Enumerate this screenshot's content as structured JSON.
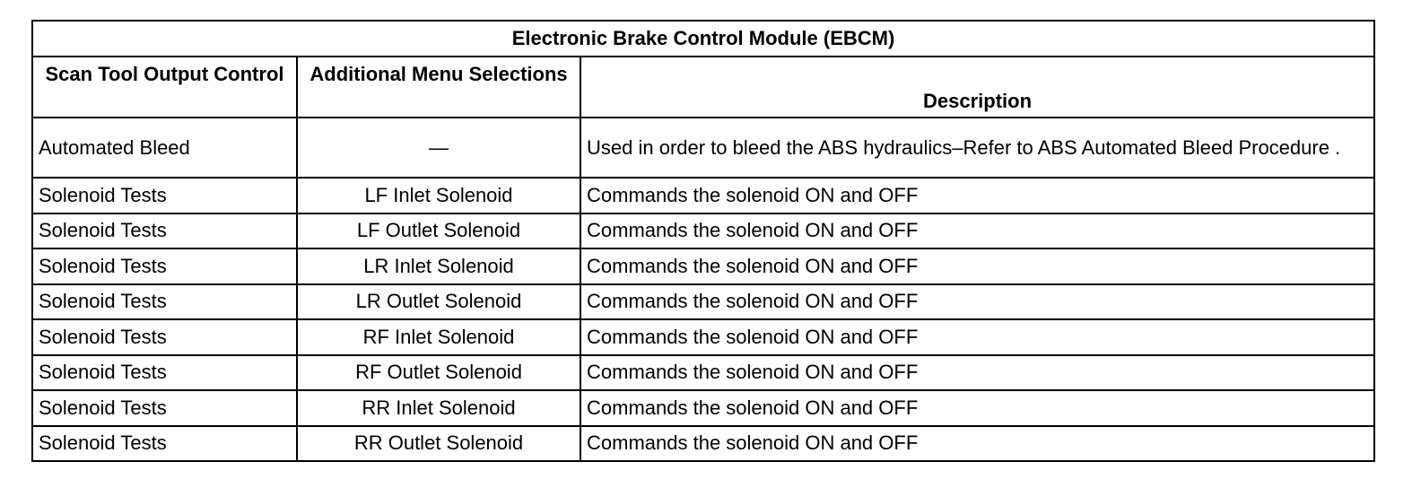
{
  "table": {
    "title": "Electronic Brake Control Module (EBCM)",
    "headers": {
      "col1": "Scan Tool Output Control",
      "col2": "Additional Menu Selections",
      "col3": "Description"
    },
    "rows": [
      {
        "control": "Automated Bleed",
        "selection": "—",
        "description": "Used in order to bleed the ABS hydraulics–Refer to ABS Automated Bleed Procedure ."
      },
      {
        "control": "Solenoid Tests",
        "selection": "LF Inlet Solenoid",
        "description": "Commands the solenoid ON and OFF"
      },
      {
        "control": "Solenoid Tests",
        "selection": "LF Outlet Solenoid",
        "description": "Commands the solenoid ON and OFF"
      },
      {
        "control": "Solenoid Tests",
        "selection": "LR Inlet Solenoid",
        "description": "Commands the solenoid ON and OFF"
      },
      {
        "control": "Solenoid Tests",
        "selection": "LR Outlet Solenoid",
        "description": "Commands the solenoid ON and OFF"
      },
      {
        "control": "Solenoid Tests",
        "selection": "RF Inlet Solenoid",
        "description": "Commands the solenoid ON and OFF"
      },
      {
        "control": "Solenoid Tests",
        "selection": "RF Outlet Solenoid",
        "description": "Commands the solenoid ON and OFF"
      },
      {
        "control": "Solenoid Tests",
        "selection": "RR Inlet Solenoid",
        "description": "Commands the solenoid ON and OFF"
      },
      {
        "control": "Solenoid Tests",
        "selection": "RR Outlet Solenoid",
        "description": "Commands the solenoid ON and OFF"
      }
    ]
  }
}
